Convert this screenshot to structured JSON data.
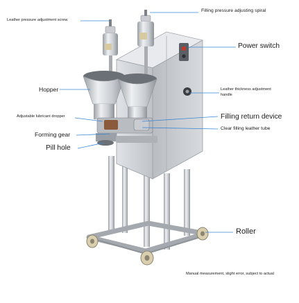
{
  "colors": {
    "leader_line": "#3a86d4",
    "steel_light": "#e6e8eb",
    "steel_mid": "#c4c7cc",
    "steel_dark": "#8e9399",
    "accent_red": "#c0392b",
    "wheel": "#d9cfae"
  },
  "labels": {
    "filling_pressure_spiral": "Filling pressure adjusting spiral",
    "leather_pressure_screw": "Leather pressure adjustment screw",
    "power_switch": "Power switch",
    "hopper": "Hopper",
    "leather_thickness_handle_line1": "Leather thickness adjustment",
    "leather_thickness_handle_line2": "handle",
    "adjustable_lubricant_dropper": "Adjustable lubricant dropper",
    "filling_return_device": "Filling return device",
    "clear_filling_leather_tube": "Clear filling leather tube",
    "forming_gear": "Forming gear",
    "pill_hole": "Pill hole",
    "roller": "Roller",
    "footnote": "Manual measurement, slight error, subject to actual"
  },
  "icons": [
    "machine-illustration"
  ]
}
